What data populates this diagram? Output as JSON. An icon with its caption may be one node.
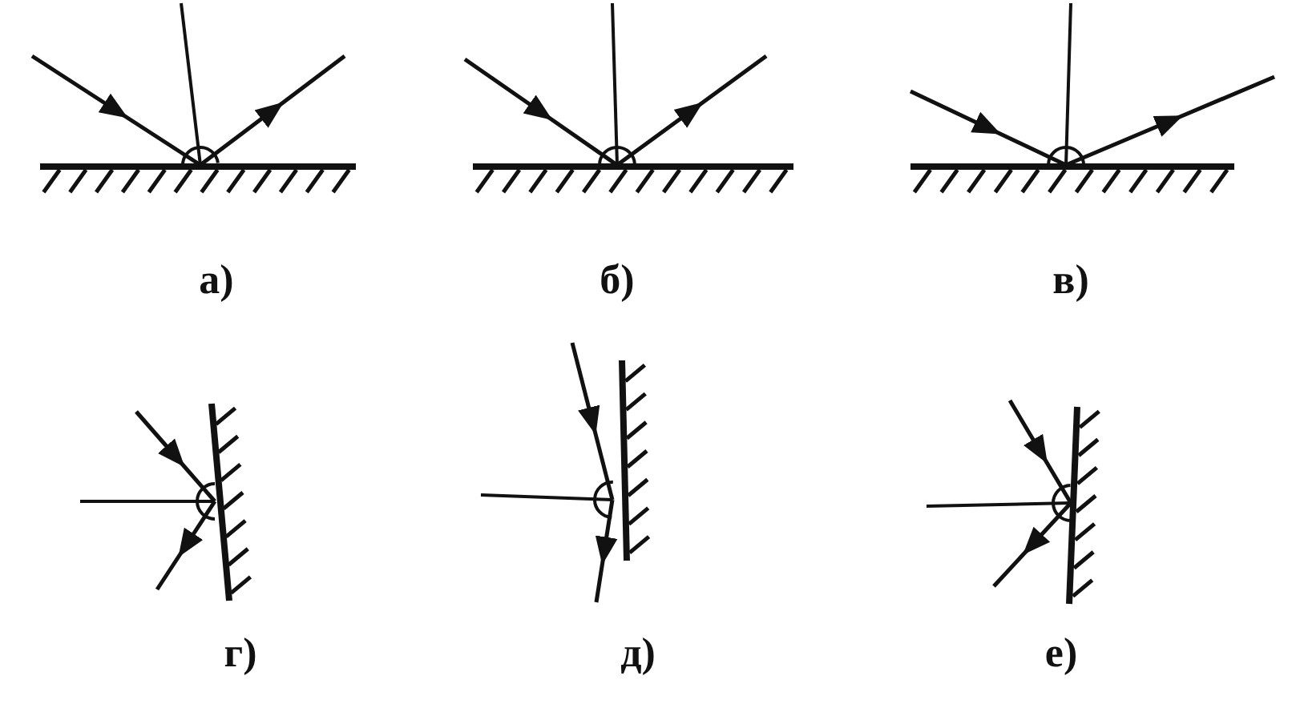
{
  "diagram": {
    "labels": [
      "а)",
      "б)",
      "в)",
      "г)",
      "д)",
      "е)"
    ]
  }
}
